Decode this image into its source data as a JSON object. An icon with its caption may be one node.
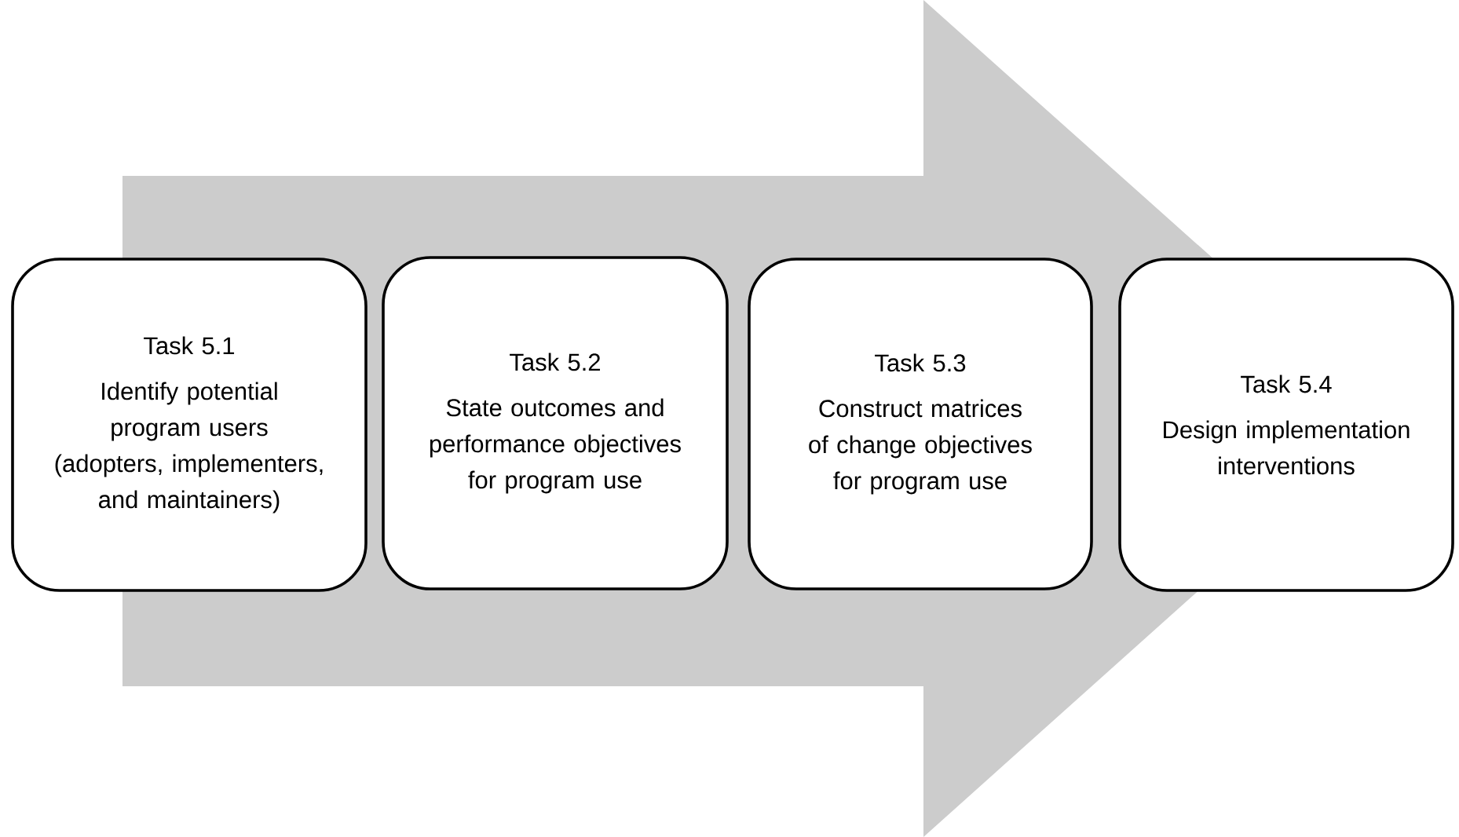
{
  "diagram": {
    "nodes": [
      {
        "text": [
          "Task 5.1",
          "Identify potential program users (adopters, implementers, and maintainers)"
        ]
      },
      {
        "text": [
          "Task 5.2",
          "State outcomes and performance objectives for program use"
        ]
      },
      {
        "text": [
          "Task 5.3",
          "Construct matrices of change objectives for program use"
        ]
      },
      {
        "text": [
          "Task 5.4",
          "Design implementation interventions"
        ]
      }
    ],
    "edges": [
      {
        "from": 0,
        "to": 3,
        "arrow": "to"
      }
    ]
  }
}
